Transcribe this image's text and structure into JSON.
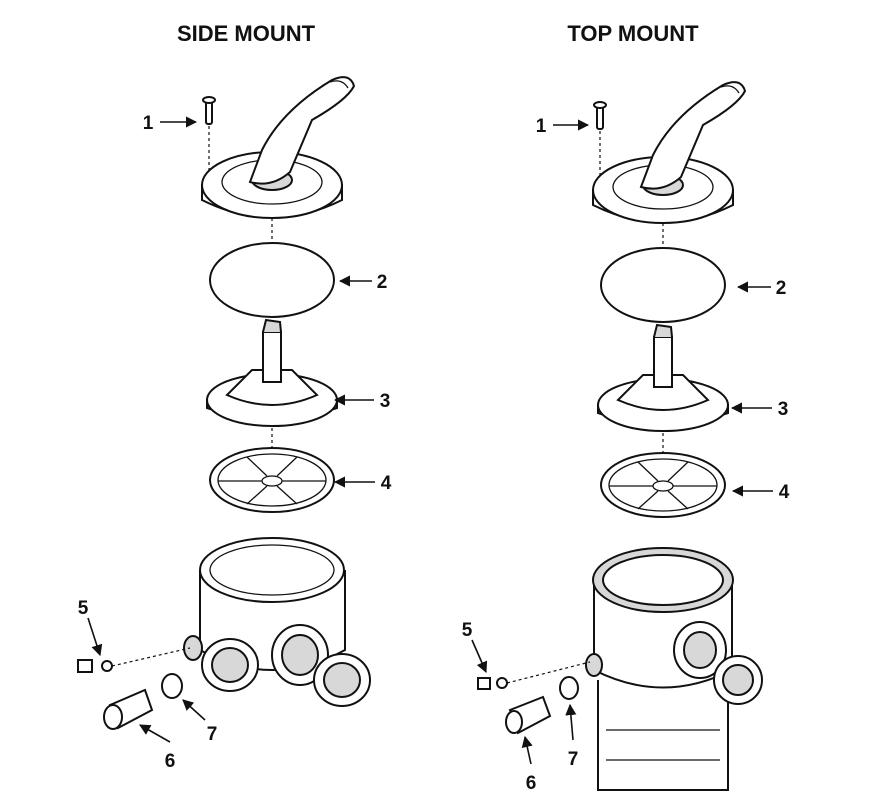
{
  "titles": {
    "side": "SIDE MOUNT",
    "top": "TOP MOUNT"
  },
  "side_labels": {
    "screw": "1",
    "oring": "2",
    "rotor": "3",
    "gasket": "4",
    "plug": "5",
    "adapter": "6",
    "washer": "7"
  },
  "top_labels": {
    "screw": "1",
    "oring": "2",
    "rotor": "3",
    "gasket": "4",
    "plug": "5",
    "adapter": "6",
    "washer": "7"
  }
}
